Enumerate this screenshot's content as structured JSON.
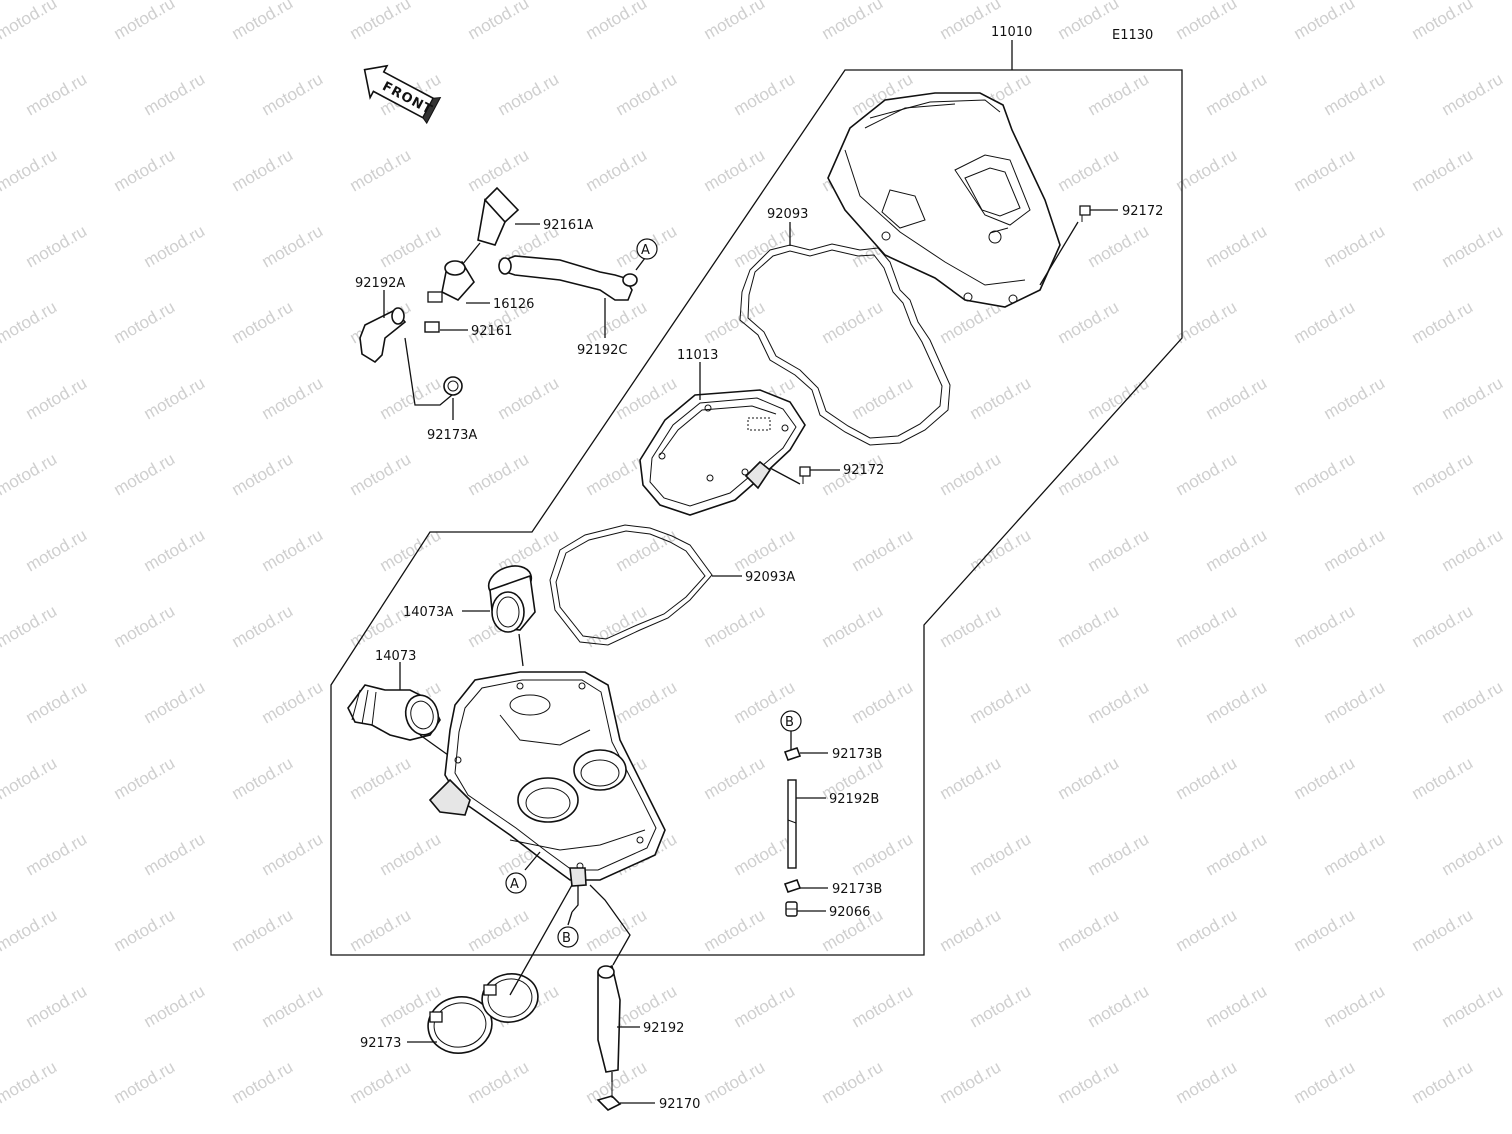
{
  "diagram": {
    "code": "E1130",
    "front_label": "FRONT",
    "watermark": "motod.ru",
    "parts": {
      "p11010": "11010",
      "p92172_top": "92172",
      "p92093": "92093",
      "p92161A": "92161A",
      "p92192A": "92192A",
      "p16126": "16126",
      "p92161": "92161",
      "p92192C": "92192C",
      "p92173A": "92173A",
      "p11013": "11013",
      "p92172_mid": "92172",
      "p92093A": "92093A",
      "p14073A": "14073A",
      "p14073": "14073",
      "p92173B_top": "92173B",
      "p92192B": "92192B",
      "p92173B_bot": "92173B",
      "p92066": "92066",
      "p92192": "92192",
      "p92173": "92173",
      "p92170": "92170"
    },
    "refs": {
      "a_top": "A",
      "a_bottom": "A",
      "b_right": "B",
      "b_bottom": "B"
    }
  }
}
